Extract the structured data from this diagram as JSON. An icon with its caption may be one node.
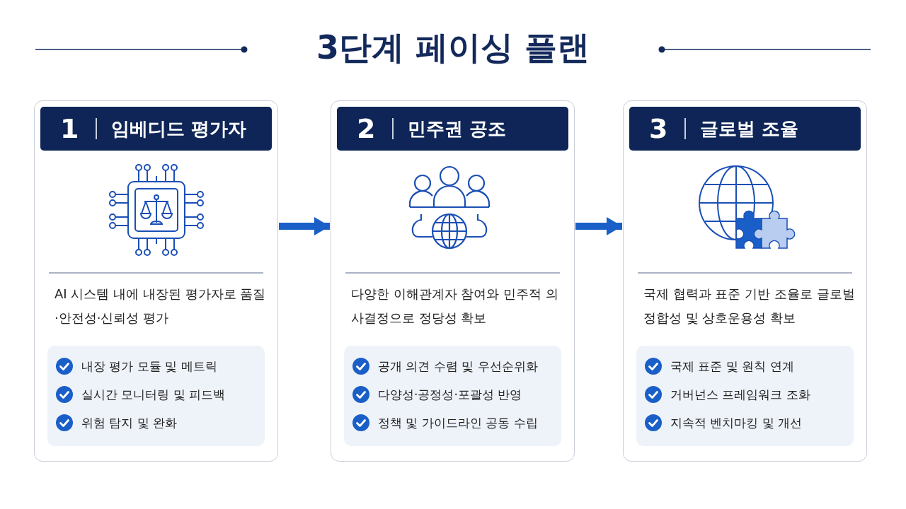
{
  "diagram": {
    "title": "3단계 페이싱 플랜",
    "nodes": [
      {
        "text": [
          "1",
          "임베디드 평가자",
          "AI 시스템 내에 내장된 평가자로 품질·안전성·신뢰성 평가",
          "내장 평가 모듈 및 메트릭",
          "실시간 모니터링 및 피드백",
          "위험 탐지 및 완화"
        ]
      },
      {
        "text": [
          "2",
          "민주권 공조",
          "다양한 이해관계자 참여와 민주적 의사결정으로 정당성 확보",
          "공개 의견 수렴 및 우선순위화",
          "다양성·공정성·포괄성 반영",
          "정책 및 가이드라인 공동 수립"
        ]
      },
      {
        "text": [
          "3",
          "글로벌 조율",
          "국제 협력과 표준 기반 조율로 글로벌 정합성 및 상호운용성 확보",
          "국제 표준 및 원칙 연계",
          "거버넌스 프레임워크 조화",
          "지속적 벤치마킹 및 개선"
        ]
      }
    ],
    "edges": [
      {
        "from": 0,
        "to": 1,
        "arrow": "to"
      },
      {
        "from": 1,
        "to": 2,
        "arrow": "to"
      }
    ]
  }
}
